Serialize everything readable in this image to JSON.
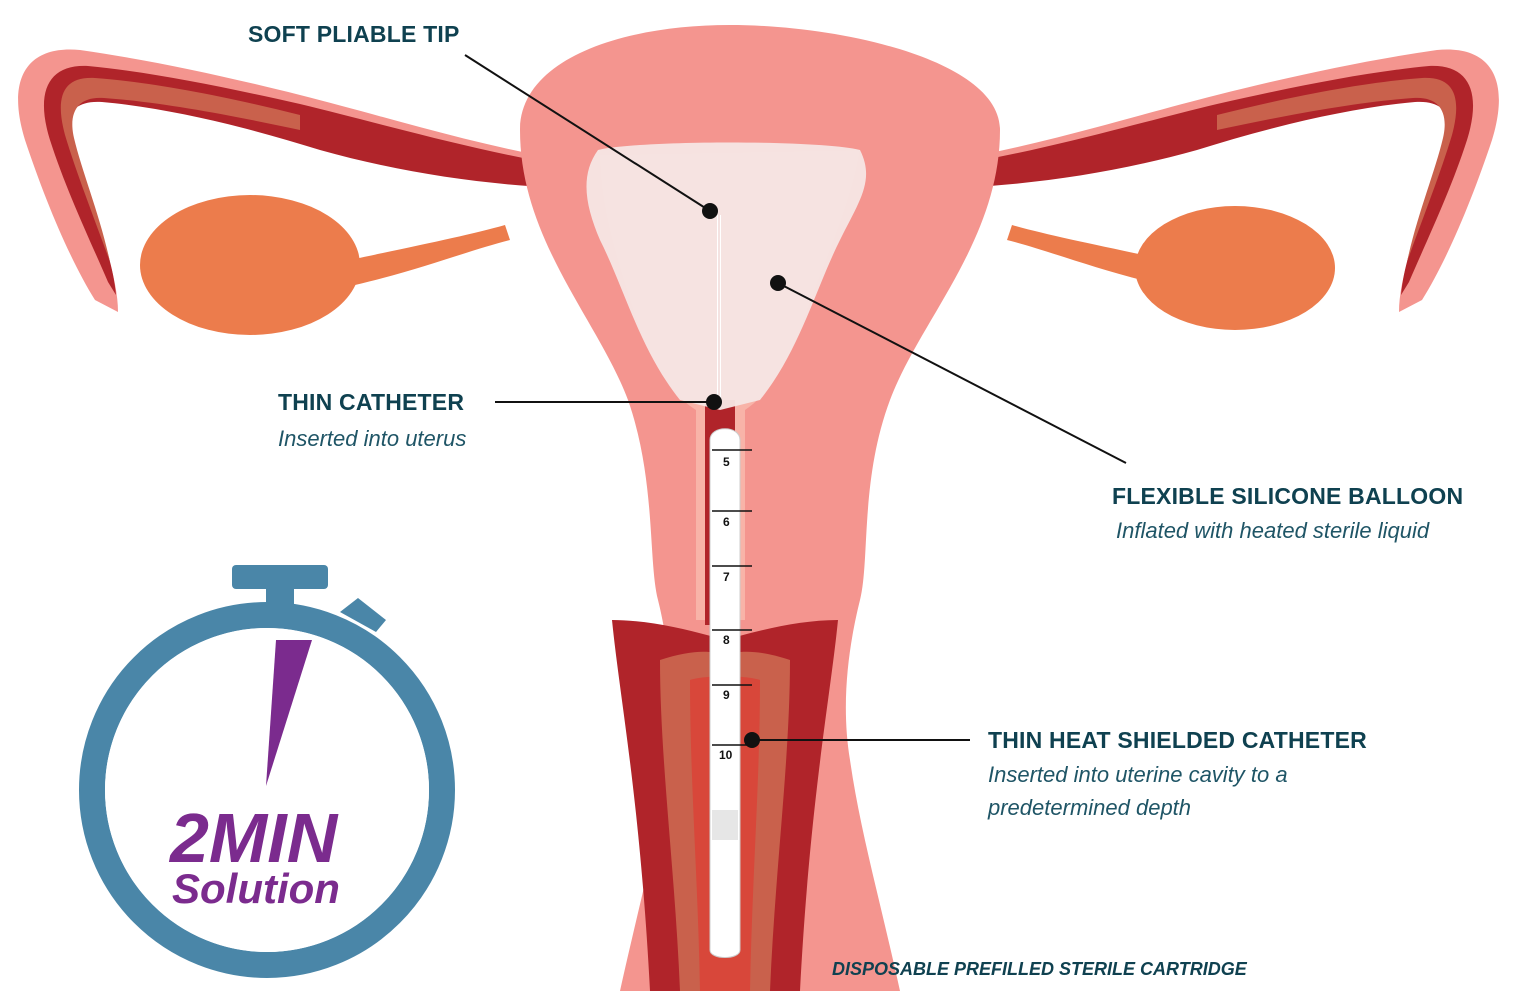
{
  "labels": {
    "soft_tip": "SOFT PLIABLE TIP",
    "thin_catheter": "THIN CATHETER",
    "thin_catheter_sub": "Inserted into uterus",
    "balloon": "FLEXIBLE SILICONE BALLOON",
    "balloon_sub": "Inflated with heated sterile liquid",
    "shielded_catheter": "THIN HEAT SHIELDED CATHETER",
    "shielded_catheter_sub_1": "Inserted into uterine cavity to a",
    "shielded_catheter_sub_2": "predetermined depth",
    "cartridge": "DISPOSABLE PREFILLED STERILE CARTRIDGE"
  },
  "timer": {
    "value": "2MIN",
    "caption": "Solution"
  },
  "depth_scale": [
    "5",
    "6",
    "7",
    "8",
    "9",
    "10"
  ],
  "colors": {
    "uterus": "#f4958f",
    "uterus_light": "#f8b3a8",
    "tube_dark": "#b0242a",
    "tube_mid": "#c9614c",
    "ovary": "#ec7c4c",
    "balloon": "#f6e5e3",
    "label_text": "#0f4150",
    "timer_ring": "#4a86a8",
    "timer_text": "#7b2b8e"
  }
}
